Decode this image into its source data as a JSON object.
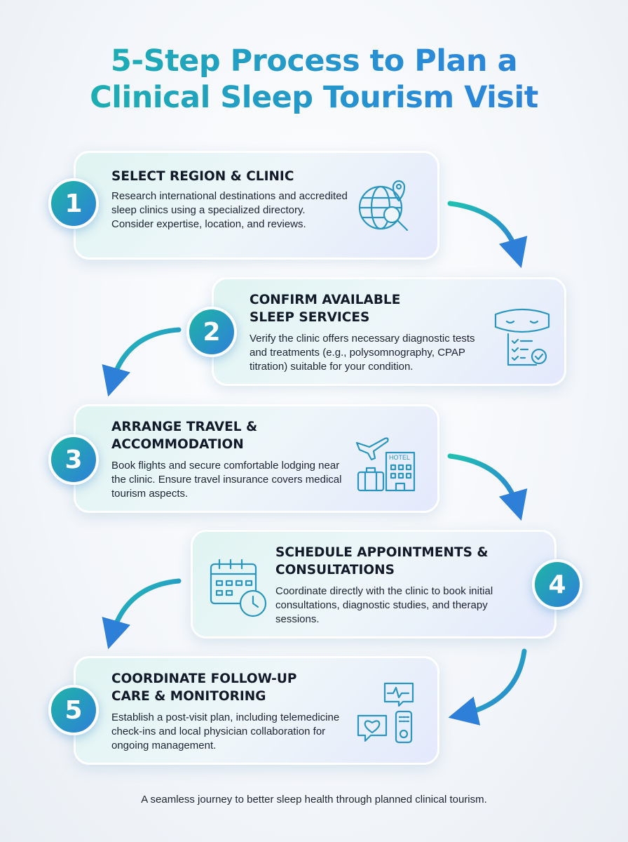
{
  "title": {
    "line1": "5-Step Process to Plan a",
    "line2": "Clinical Sleep Tourism Visit"
  },
  "steps": [
    {
      "number": "1",
      "heading": "SELECT REGION & CLINIC",
      "body": "Research international destinations and accredited sleep clinics using a specialized directory. Consider expertise, location, and reviews.",
      "icon": "globe-location-search-icon"
    },
    {
      "number": "2",
      "heading": "CONFIRM AVAILABLE SLEEP SERVICES",
      "body": "Verify the clinic offers necessary diagnostic tests and treatments (e.g., polysomnography, CPAP titration) suitable for your condition.",
      "icon": "sleep-mask-checklist-icon"
    },
    {
      "number": "3",
      "heading": "ARRANGE TRAVEL & ACCOMMODATION",
      "body": "Book flights and secure comfortable lodging near the clinic. Ensure travel insurance covers medical tourism aspects.",
      "icon": "plane-hotel-luggage-icon",
      "icon_label": "HOTEL"
    },
    {
      "number": "4",
      "heading": "SCHEDULE APPOINTMENTS & CONSULTATIONS",
      "body": "Coordinate directly with the clinic to book initial consultations, diagnostic studies, and therapy sessions.",
      "icon": "calendar-clock-icon"
    },
    {
      "number": "5",
      "heading": "COORDINATE FOLLOW-UP CARE & MONITORING",
      "body": "Establish a post-visit plan, including telemedicine check-ins and local physician collaboration for ongoing management.",
      "icon": "telemedicine-chat-icon"
    }
  ],
  "footer": "A seamless journey to better sleep health through planned clinical tourism.",
  "colors": {
    "teal": "#18b8a8",
    "blue": "#2e7fd8",
    "text": "#121a2a"
  }
}
